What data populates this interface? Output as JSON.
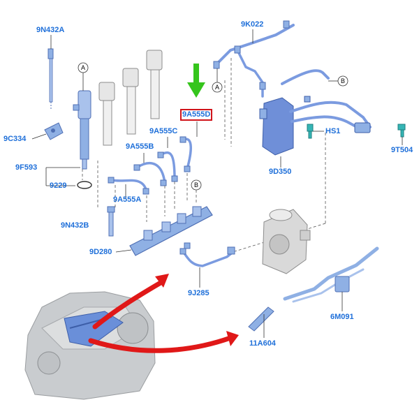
{
  "theme": {
    "label_color": "#1e6fd9",
    "part_fill": "#8fb0e4",
    "part_stroke": "#4f6fb4",
    "highlight_color": "#d0141b",
    "arrow_red": "#e01818",
    "arrow_green": "#35c51c",
    "engine_gray": "#c9cccf"
  },
  "callouts": [
    "A",
    "A",
    "B",
    "B"
  ],
  "part_labels": {
    "top_bolt": "9N432A",
    "injector_clamp": "9C334",
    "injector": "9F593",
    "seal_ring": "9229",
    "return_line": "9K022",
    "fuel_filter_module": "9D350",
    "hs_fitting": "HS1",
    "fitting_right": "9T504",
    "selected_pipe": "9A555D",
    "pipe_c": "9A555C",
    "pipe_b": "9A555B",
    "pipe_a": "9A555A",
    "rail_bolt": "9N432B",
    "fuel_rail": "9D280",
    "supply_pipe": "9J285",
    "wiring_harness": "6M091",
    "harness_bracket": "11A604"
  }
}
